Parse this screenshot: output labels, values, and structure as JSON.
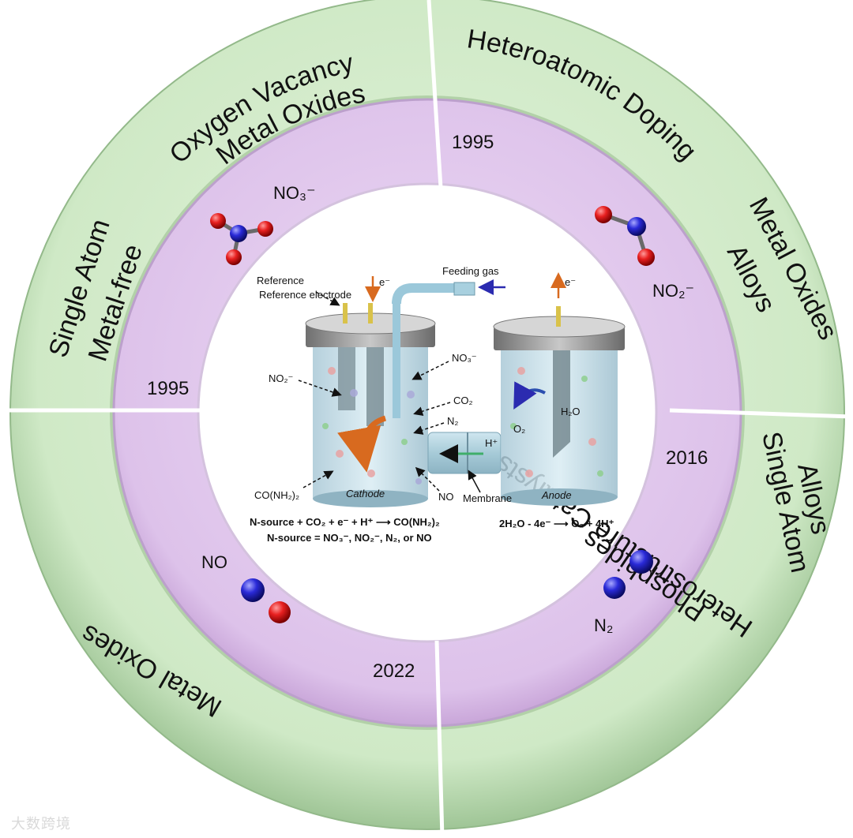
{
  "colors": {
    "outer_ring": "#cfe9c6",
    "inner_ring": "#ddc2ea",
    "cathode_label": "#d86a1f",
    "anode_label": "#3d6fb8",
    "cathode_equation": "#c21d1d",
    "anode_equation": "#1a8fd8",
    "oxygen_atom": "#e02020",
    "nitrogen_atom": "#2424c8"
  },
  "outer_ring": {
    "q1_line1": "Oxygen Vacancy",
    "q1_line2": "Metal Oxides",
    "q1_line3": "Single Atom",
    "q1_line4": "Metal-free",
    "q2_line1": "Heteroatomic Doping",
    "q2_line2": "Metal Oxides",
    "q2_line3": "Alloys",
    "q3_line1": "Alloys",
    "q3_line2": "Single Atom",
    "q3_line3": "Heterostructure Catalysts",
    "q3_line4": "Phosphides",
    "q4_line1": "Metal Oxides"
  },
  "years": {
    "top_right": "1995",
    "left": "1995",
    "right": "2016",
    "bottom": "2022"
  },
  "molecules": {
    "nitrate": "NO₃⁻",
    "nitrite": "NO₂⁻",
    "nitric_oxide": "NO",
    "nitrogen": "N₂"
  },
  "cell": {
    "reference_electrode": "Reference electrode",
    "electron_cathode": "e⁻",
    "electron_anode": "e⁻",
    "feeding_gas": "Feeding gas",
    "label_no3": "NO₃⁻",
    "label_no2": "NO₂⁻",
    "label_co2": "CO₂",
    "label_n2": "N₂",
    "label_h_plus": "H⁺",
    "label_urea": "CO(NH₂)₂",
    "label_no": "NO",
    "label_membrane": "Membrane",
    "label_h2o": "H₂O",
    "label_o2": "O₂",
    "cathode": "Cathode",
    "anode": "Anode",
    "equation_1": "N-source + CO₂ + e⁻ + H⁺ ⟶ CO(NH₂)₂",
    "equation_2": "N-source = NO₃⁻, NO₂⁻, N₂, or NO",
    "anode_equation": "2H₂O - 4e⁻ ⟶ O₂ + 4H⁺"
  },
  "watermark": "大数跨境"
}
